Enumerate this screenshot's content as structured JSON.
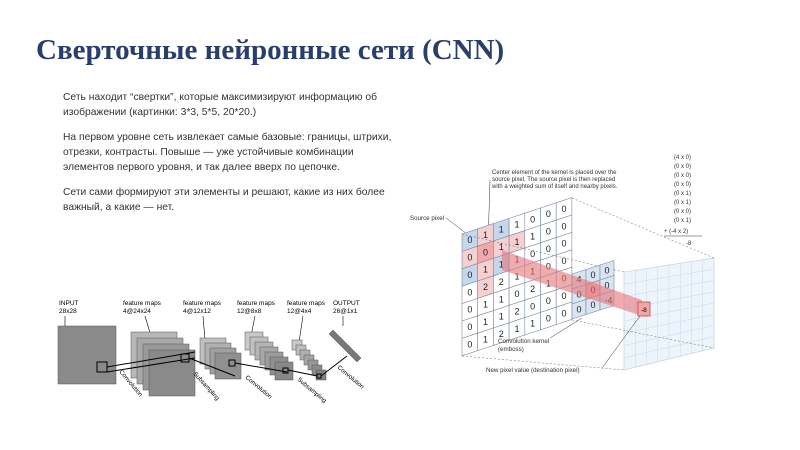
{
  "slide": {
    "title": "Сверточные нейронные сети (CNN)",
    "paragraphs": [
      "Сеть находит “свертки”, которые максимизируют информацию об изображении (картинки: 3*3, 5*5, 20*20.)",
      "На первом уровне сеть извлекает самые базовые: границы, штрихи, отрезки, контрасты. Повыше — уже устойчивые комбинации элементов первого уровня, и так далее вверх по цепочке.",
      "Сети сами формируют эти элементы и решают, какие из них более важный, а какие — нет."
    ]
  },
  "cnn_diagram": {
    "layers": [
      {
        "title": "INPUT",
        "dims": "28x28"
      },
      {
        "title": "feature maps",
        "dims": "4@24x24"
      },
      {
        "title": "feature maps",
        "dims": "4@12x12"
      },
      {
        "title": "feature maps",
        "dims": "12@8x8"
      },
      {
        "title": "feature maps",
        "dims": "12@4x4"
      },
      {
        "title": "OUTPUT",
        "dims": "26@1x1"
      }
    ],
    "ops": [
      "Convolution",
      "Subsampling",
      "Convolution",
      "Subsampling",
      "Convolution"
    ]
  },
  "kernel_diagram": {
    "caption_top": [
      "Center element of the kernel is placed over the",
      "source pixel. The source pixel is then replaced",
      "with a weighted sum of itself and nearby pixels."
    ],
    "calc_lines": [
      "(4 x 0)",
      "(0 x 0)",
      "(0 x 0)",
      "(0 x 0)",
      "(0 x 1)",
      "(0 x 1)",
      "(0 x 0)",
      "(0 x 1)",
      "+ (-4 x 2)"
    ],
    "calc_result": "-8",
    "label_source": "Source pixel",
    "label_kernel": [
      "Convolution kernel",
      "(emboss)"
    ],
    "label_new": "New pixel value (destination pixel)",
    "source_grid": [
      [
        "0",
        "1",
        "1",
        "1",
        "0",
        "0",
        "0"
      ],
      [
        "0",
        "0",
        "1",
        "1",
        "1",
        "0",
        "0"
      ],
      [
        "0",
        "1",
        "1",
        "1",
        "0",
        "0",
        "0"
      ],
      [
        "0",
        "2",
        "2",
        "1",
        "1",
        "0",
        "0"
      ],
      [
        "0",
        "1",
        "1",
        "0",
        "2",
        "1",
        "0"
      ],
      [
        "0",
        "1",
        "1",
        "2",
        "0",
        "0",
        "0"
      ],
      [
        "0",
        "1",
        "2",
        "1",
        "1",
        "0",
        "0"
      ]
    ],
    "kernel_grid": [
      [
        "4",
        "0",
        "0"
      ],
      [
        "0",
        "0",
        "0"
      ],
      [
        "0",
        "0",
        "-4"
      ]
    ],
    "dest_value": "-8"
  }
}
